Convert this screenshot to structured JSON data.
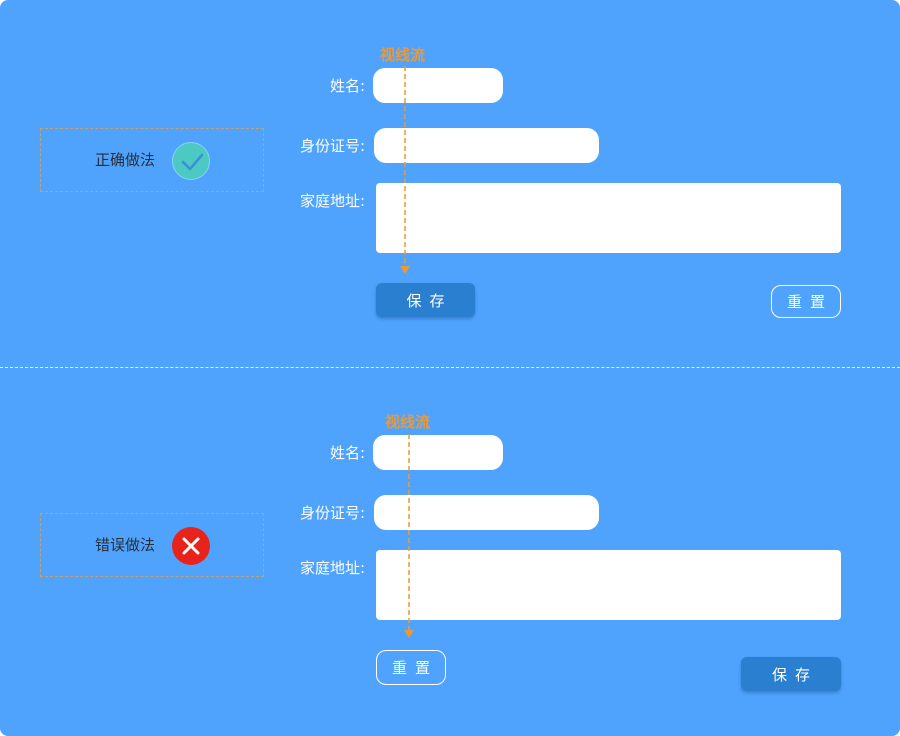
{
  "colors": {
    "background": "#4fa3fd",
    "flow_line": "#e89a3a",
    "primary_button": "#2a7fd0",
    "ok_badge": "#4dc9c4",
    "bad_badge": "#e8231b"
  },
  "correct": {
    "verdict_label": "正确做法",
    "badge_icon": "check-icon",
    "flow_label": "视线流",
    "form": {
      "name_label": "姓名:",
      "id_label": "身份证号:",
      "address_label": "家庭地址:",
      "save_label": "保存",
      "reset_label": "重置"
    }
  },
  "wrong": {
    "verdict_label": "错误做法",
    "badge_icon": "cross-icon",
    "flow_label": "视线流",
    "form": {
      "name_label": "姓名:",
      "id_label": "身份证号:",
      "address_label": "家庭地址:",
      "reset_label": "重置",
      "save_label": "保存"
    }
  }
}
